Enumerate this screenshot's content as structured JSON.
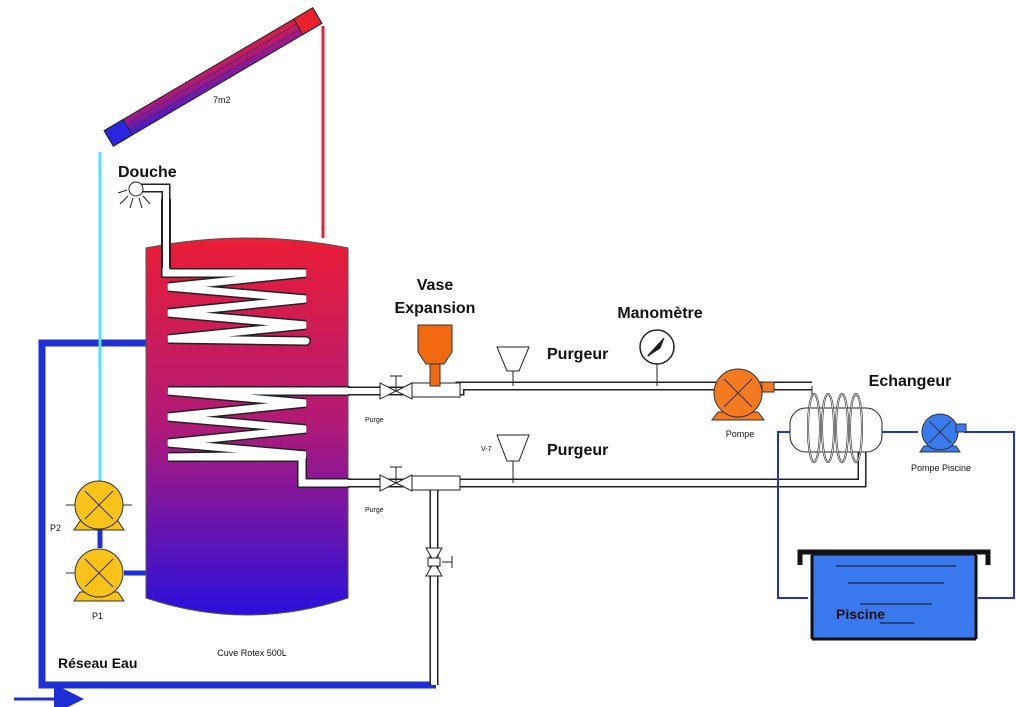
{
  "labels": {
    "collector_area": "7m2",
    "shower": "Douche",
    "expansion_line1": "Vase",
    "expansion_line2": "Expansion",
    "manometer": "Manomètre",
    "bleeder_top": "Purgeur",
    "bleeder_bottom": "Purgeur",
    "bleeder_tag": "V-7",
    "exchanger": "Echangeur",
    "pump": "Pompe",
    "pool_pump": "Pompe Piscine",
    "purge_top": "Purge",
    "purge_bottom": "Purge",
    "pump_p1": "P1",
    "pump_p2": "P2",
    "tank": "Cuve Rotex 500L",
    "water_network": "Réseau Eau",
    "pool": "Piscine"
  },
  "colors": {
    "hot_pipe": "#e8232f",
    "cold_pipe": "#55e0ff",
    "network_pipe": "#1f2fd6",
    "pool_loop": "#2233cc",
    "pump_yellow": "#f7c21a",
    "pump_orange": "#f47a1f",
    "pump_blue": "#3a7bf0",
    "expansion_vessel": "#f26a10",
    "pool_water": "#3a78ee",
    "tank_top": "#e8203a",
    "tank_bottom": "#2d10d8"
  }
}
